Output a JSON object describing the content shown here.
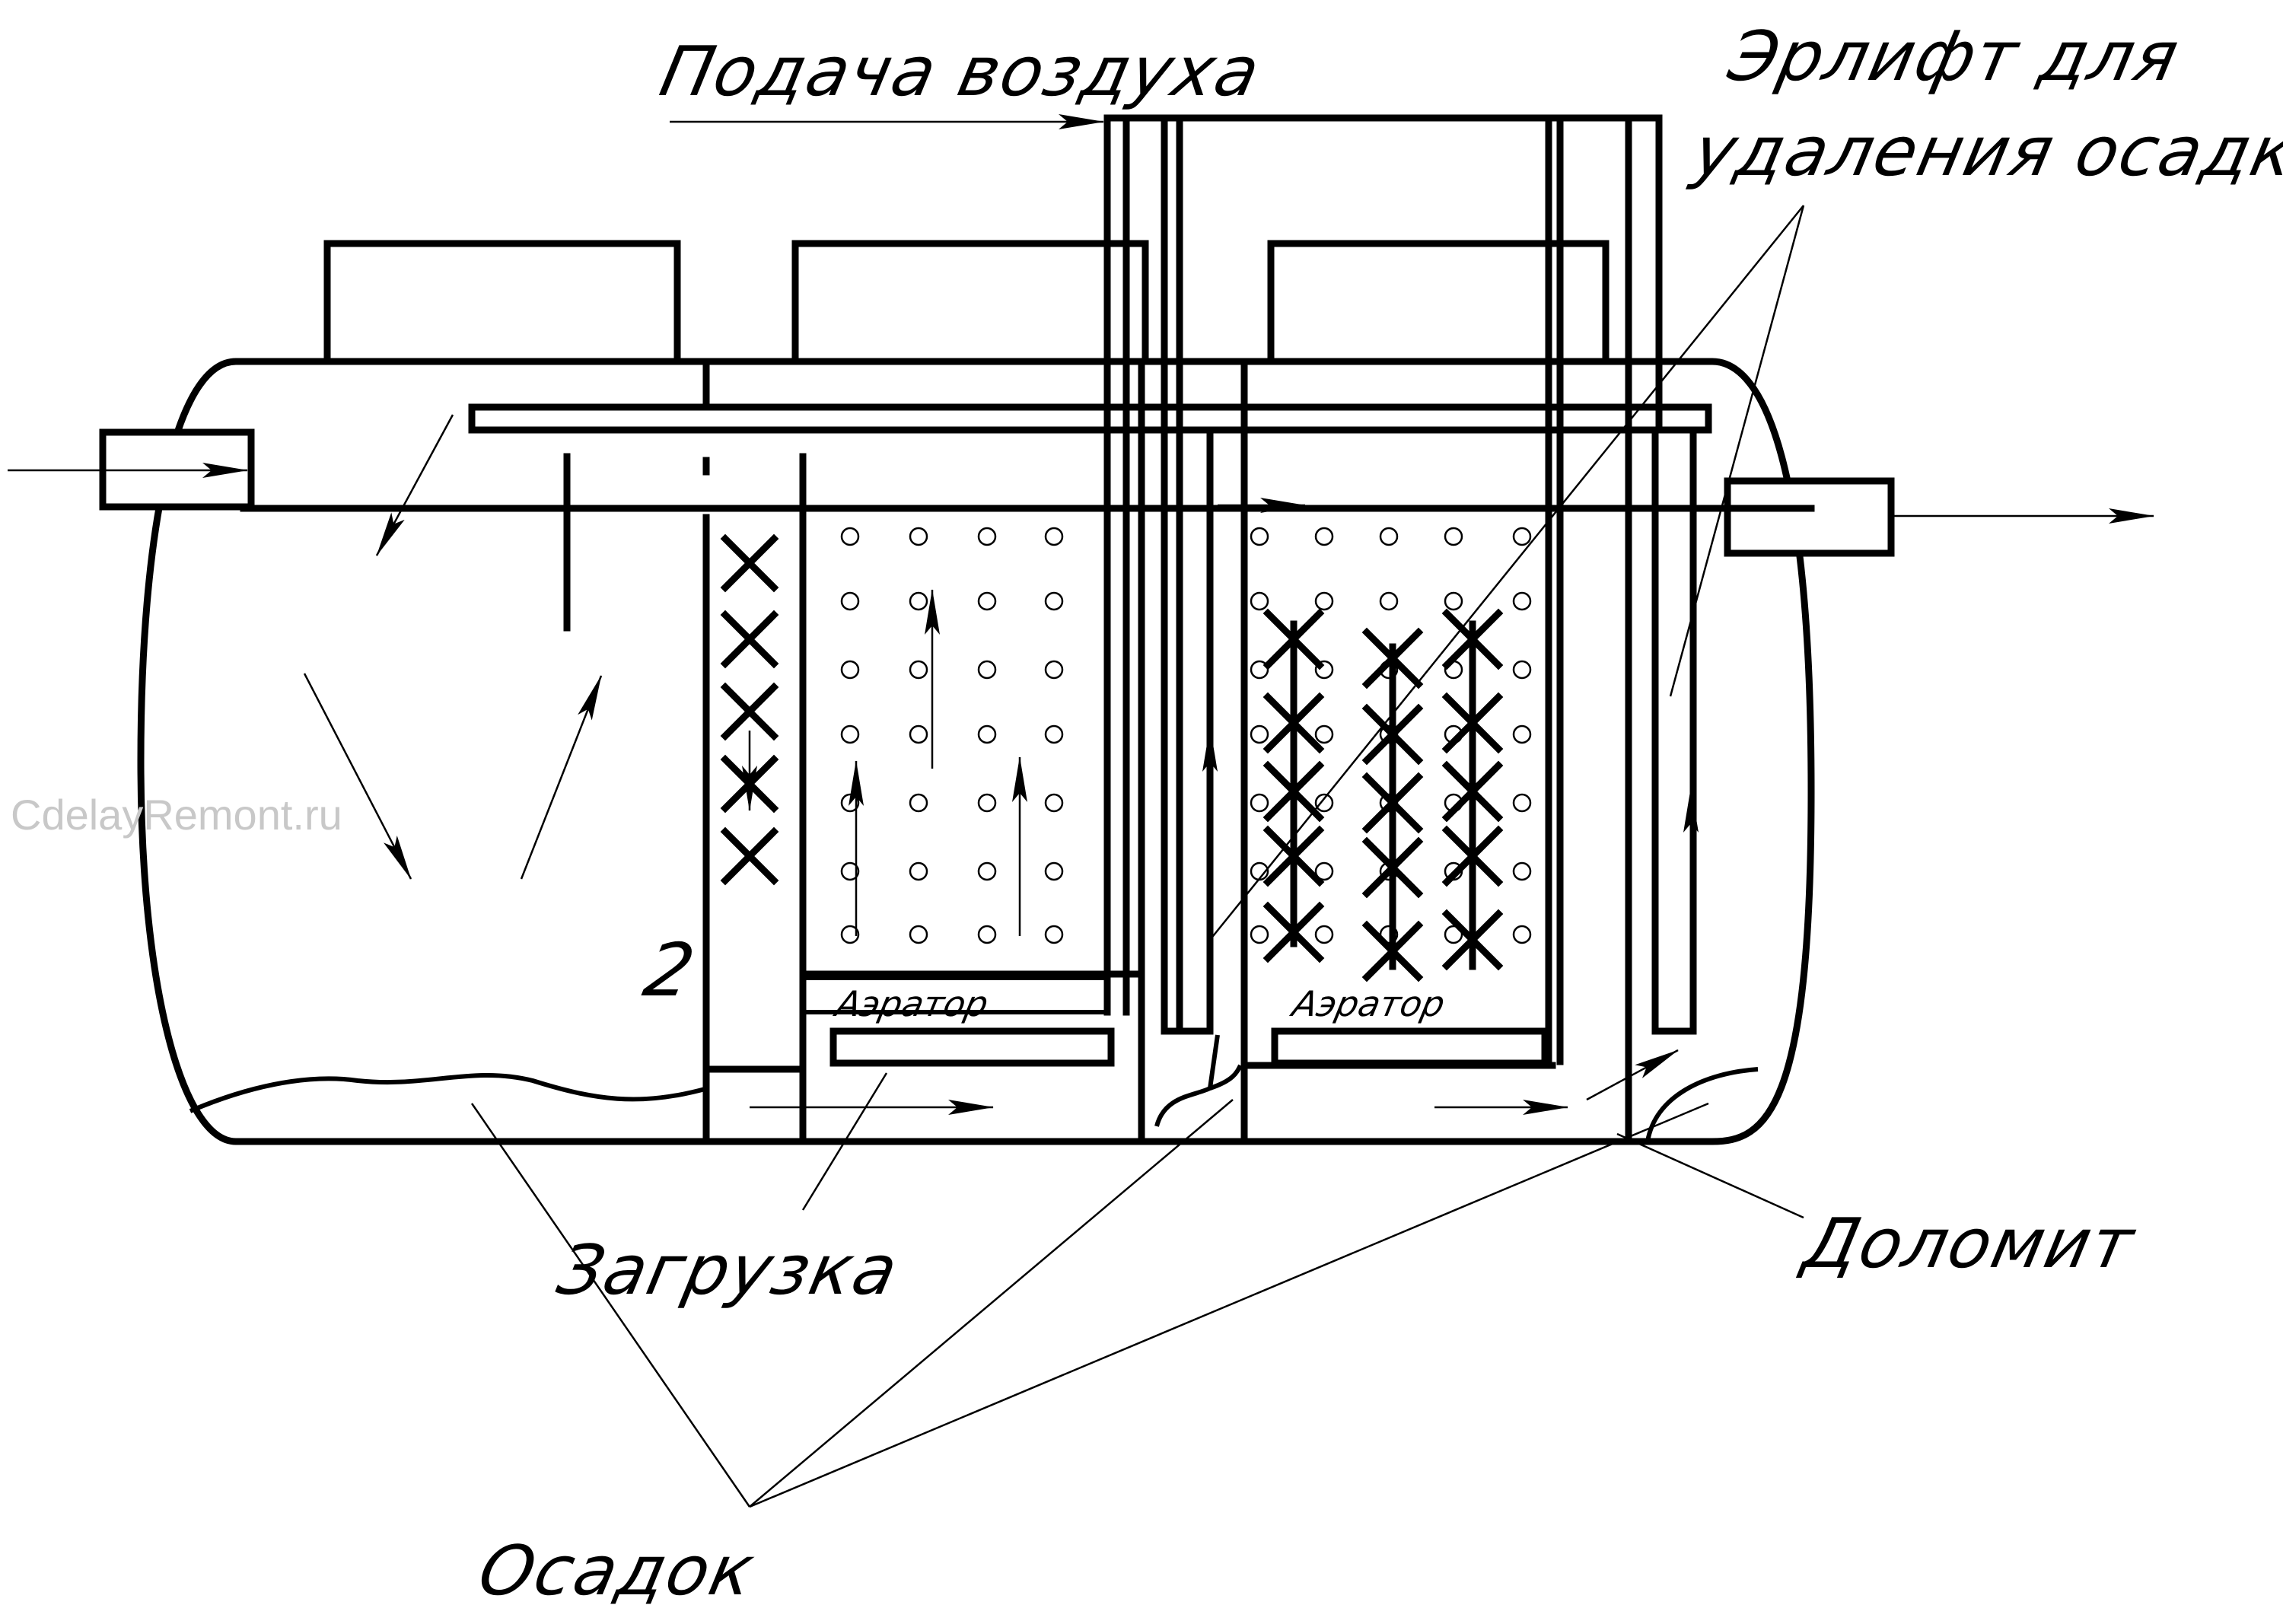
{
  "labels": {
    "air_supply": "Подача воздуха",
    "airlift_line1": "Эрлифт для",
    "airlift_line2": "удаления осадка",
    "loading": "Загрузка",
    "dolomite": "Доломит",
    "sediment": "Осадок",
    "aerator_1": "Аэратор",
    "aerator_2": "Аэратор",
    "chamber_number": "2"
  },
  "watermark": "CdelayRemont.ru"
}
